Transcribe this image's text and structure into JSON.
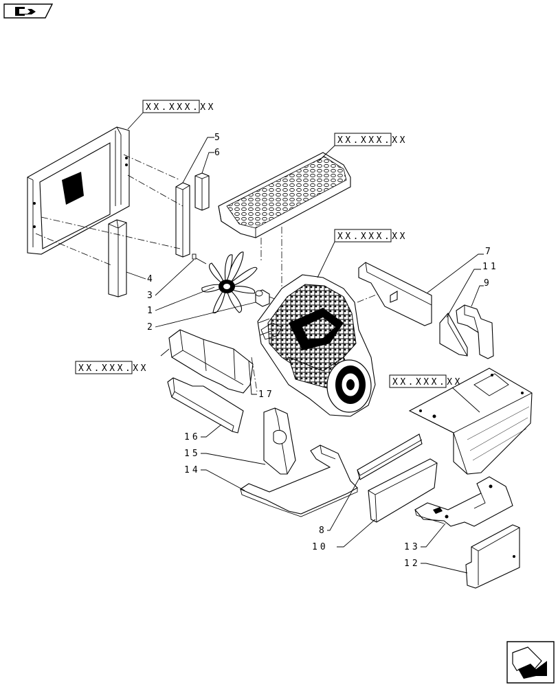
{
  "callouts": {
    "ref_radiator": "XX.XXX.XX",
    "ref_hood": "XX.XXX.XX",
    "ref_engine": "XX.XXX.XX",
    "ref_side_panel": "XX.XXX.XX",
    "ref_plate": "XX.XXX.XX"
  },
  "items": {
    "n1": "1",
    "n2": "2",
    "n3": "3",
    "n4": "4",
    "n5": "5",
    "n6": "6",
    "n7": "7",
    "n8": "8",
    "n9": "9",
    "n10": "10",
    "n11": "11",
    "n12": "12",
    "n13": "13",
    "n14": "14",
    "n15": "15",
    "n16": "16",
    "n17": "17"
  },
  "icons": {
    "top_left": "book-open-arrow-icon",
    "bottom_right": "next-page-arrow-icon"
  }
}
